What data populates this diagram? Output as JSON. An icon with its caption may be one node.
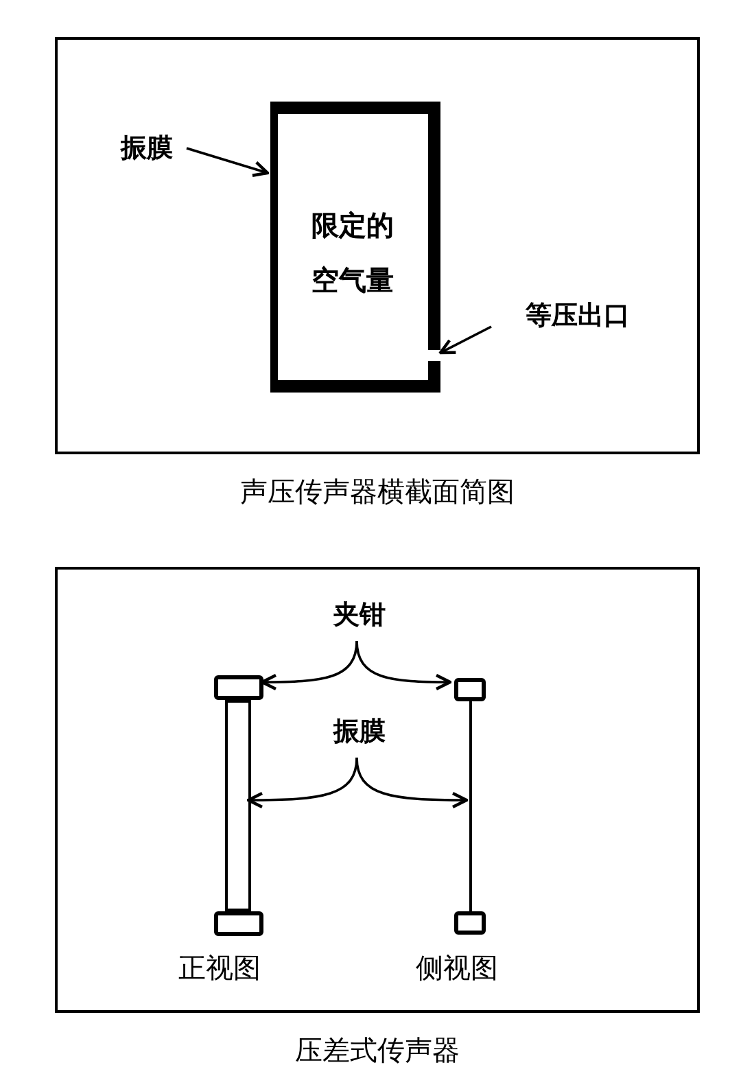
{
  "diagram": {
    "nodes": [
      {
        "text": [],
        "shape": "box",
        "beside": [
          "声压传声器横截面简图"
        ]
      },
      {
        "text": [
          "限定的空气量"
        ],
        "in": 0
      },
      {
        "text": [
          "振膜"
        ],
        "in": 0
      },
      {
        "text": [
          "等压出口"
        ],
        "in": 0
      },
      {
        "text": [],
        "shape": "box",
        "beside": [
          "压差式传声器"
        ]
      },
      {
        "text": [
          "夹钳"
        ],
        "in": 4
      },
      {
        "text": [
          "振膜"
        ],
        "in": 4
      },
      {
        "text": [],
        "shape": "box",
        "in": 4
      },
      {
        "text": [],
        "shape": "box",
        "in": 4
      },
      {
        "text": [],
        "shape": "bar",
        "in": 4
      },
      {
        "text": [],
        "shape": "bar",
        "in": 4
      },
      {
        "text": [],
        "shape": "box",
        "in": 4
      },
      {
        "text": [],
        "shape": "box",
        "in": 4
      }
    ],
    "edges": [
      {
        "from": 2,
        "to": 1,
        "arrow": "to"
      },
      {
        "from": 3,
        "to": 1,
        "arrow": "to"
      },
      {
        "from": 5,
        "to": 7,
        "arrow": "to"
      },
      {
        "from": 5,
        "to": 8,
        "arrow": "to"
      },
      {
        "from": 6,
        "to": 9,
        "arrow": "to"
      },
      {
        "from": 6,
        "to": 10,
        "arrow": "to"
      }
    ],
    "labels": [
      "正视图",
      "侧视图"
    ]
  }
}
